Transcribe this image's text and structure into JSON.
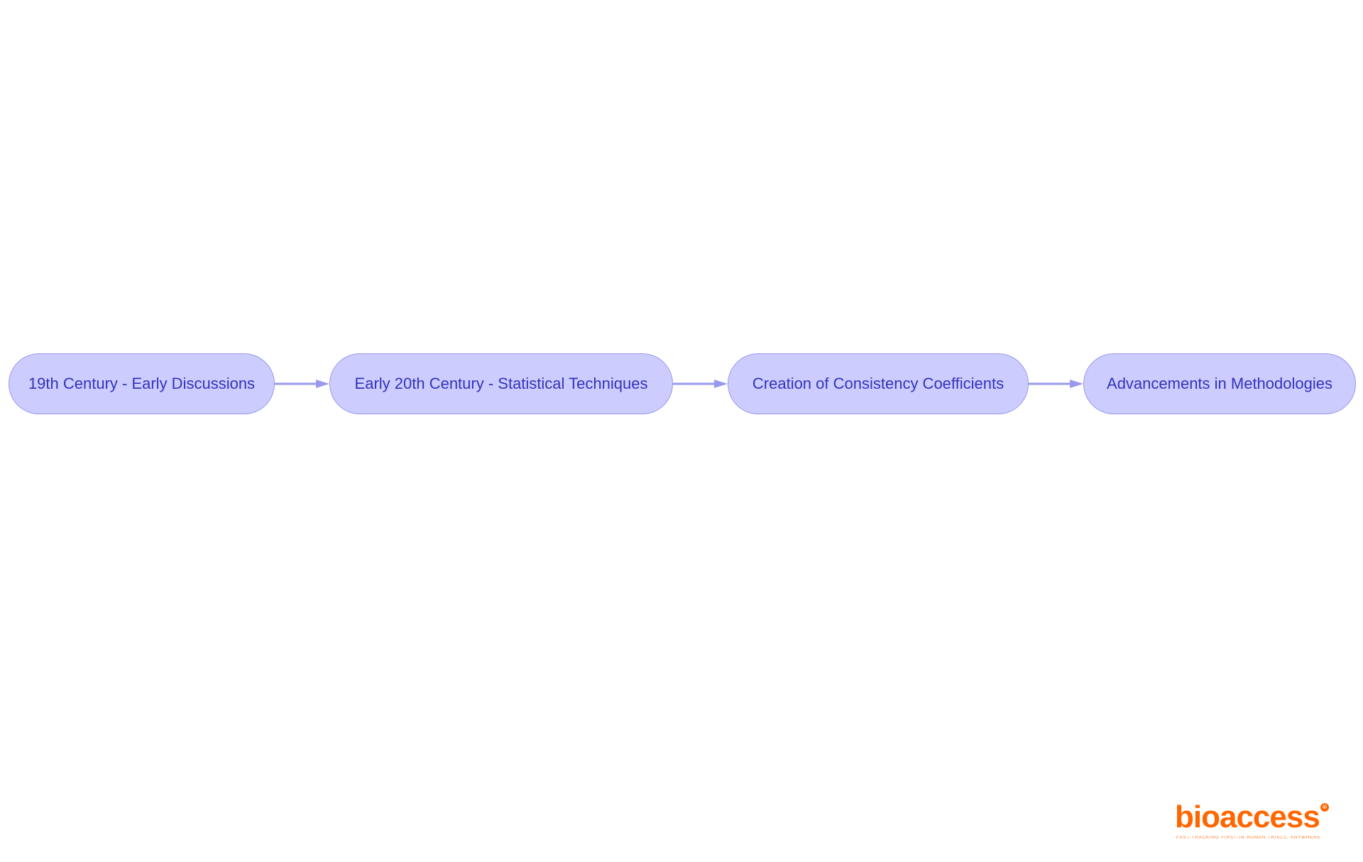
{
  "diagram": {
    "nodes": [
      {
        "id": "n1",
        "label": "19th Century - Early Discussions"
      },
      {
        "id": "n2",
        "label": "Early 20th Century - Statistical Techniques"
      },
      {
        "id": "n3",
        "label": "Creation of Consistency Coefficients"
      },
      {
        "id": "n4",
        "label": "Advancements in Methodologies"
      }
    ],
    "edges": [
      {
        "from": "n1",
        "to": "n2"
      },
      {
        "from": "n2",
        "to": "n3"
      },
      {
        "from": "n3",
        "to": "n4"
      }
    ]
  },
  "logo": {
    "wordmark": "bioaccess",
    "registered": "®",
    "tagline": "FAST-TRACKING FIRST-IN-HUMAN TRIALS, ANYWHERE"
  },
  "colors": {
    "node_fill": "#ccccff",
    "node_border": "#9999ee",
    "node_text": "#3333bb",
    "edge": "#9999ee",
    "brand": "#ff6600",
    "background": "#ffffff"
  }
}
